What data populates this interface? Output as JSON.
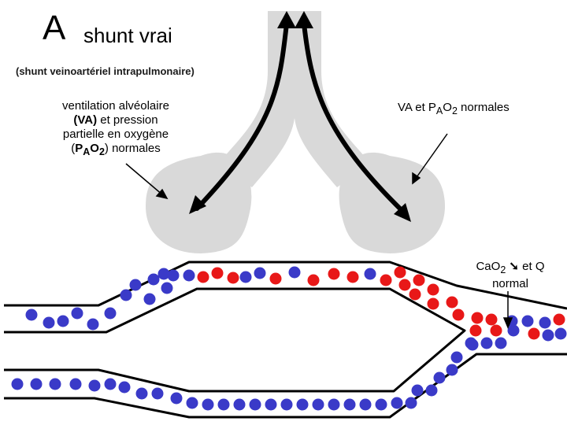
{
  "title": {
    "letter": "A",
    "text": "shunt vrai",
    "subtitle": "(shunt veinoartériel intrapulmonaire)"
  },
  "annotations": {
    "left_line1": "ventilation alvéolaire",
    "left_va": "(VA)",
    "left_line2_rest": " et pression",
    "left_line3": "partielle en oxygène",
    "left_paren_open": "(",
    "left_p": "P",
    "left_a_sub": "A",
    "left_o": "O",
    "left_2_sub": "2",
    "left_paren_close": ")",
    "left_end": " normales",
    "right_va": "VA et P",
    "right_a_sub": "A",
    "right_o": "O",
    "right_2_sub": "2",
    "right_end": " normales",
    "cao2_ca": "CaO",
    "cao2_sub": "2",
    "cao2_arrow": " ➘ ",
    "cao2_rest": "et Q",
    "cao2_line2": "normal"
  },
  "colors": {
    "airway": "#d9d9d9",
    "vessel_outline": "#000000",
    "deoxygenated_cell": "#3a3ac8",
    "oxygenated_cell": "#e81818",
    "airflow_arrow": "#000000"
  }
}
